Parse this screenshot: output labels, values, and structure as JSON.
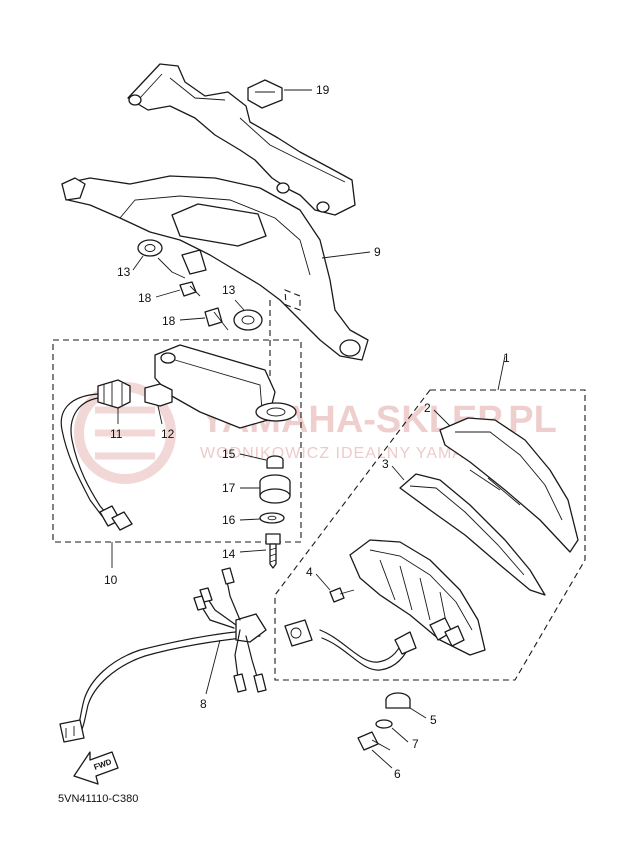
{
  "diagram_code": "5VN41110-C380",
  "fwd_arrow_label": "FWD",
  "watermark": {
    "line1": "YAMAHA-SKLEP.PL",
    "line2": "WODNIKOWICZ IDEALNY YAMAHA"
  },
  "callouts": {
    "c1": "1",
    "c2": "2",
    "c3": "3",
    "c4": "4",
    "c5": "5",
    "c6": "6",
    "c7": "7",
    "c8": "8",
    "c9": "9",
    "c10": "10",
    "c11": "11",
    "c12": "12",
    "c13a": "13",
    "c13b": "13",
    "c14": "14",
    "c15": "15",
    "c16": "16",
    "c17": "17",
    "c18a": "18",
    "c18b": "18",
    "c19": "19"
  },
  "colors": {
    "line": "#1a1a1a",
    "watermark": "#e3a7a7",
    "background": "#ffffff"
  }
}
